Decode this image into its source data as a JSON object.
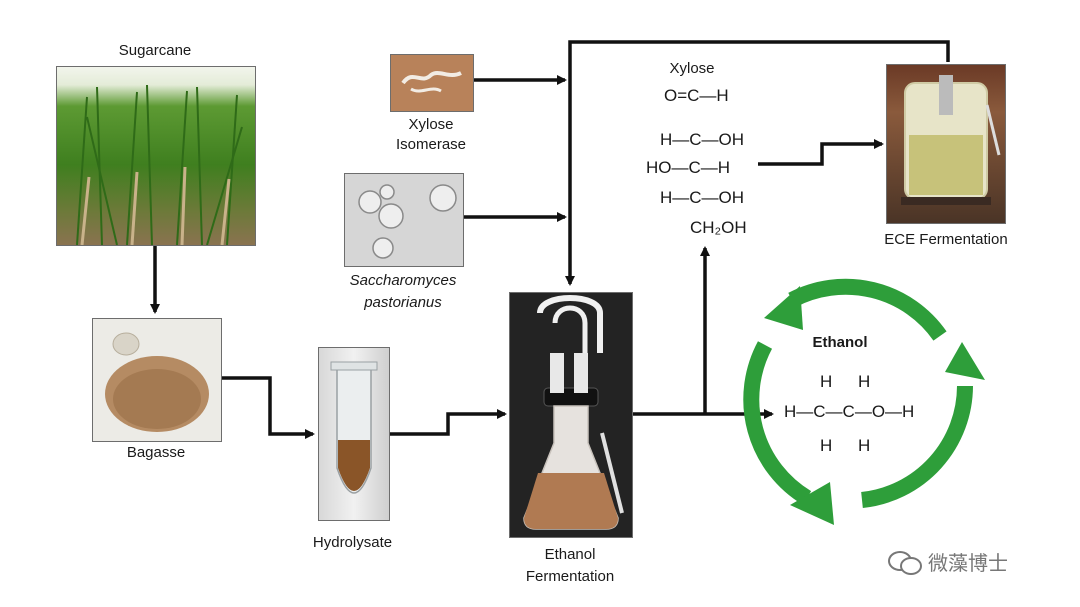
{
  "labels": {
    "sugarcane": "Sugarcane",
    "bagasse": "Bagasse",
    "hydrolysate": "Hydrolysate",
    "xylose_isomerase_1": "Xylose",
    "xylose_isomerase_2": "Isomerase",
    "saccharomyces_1": "Saccharomyces",
    "saccharomyces_2": "pastorianus",
    "ethanol_fermentation_1": "Ethanol",
    "ethanol_fermentation_2": "Fermentation",
    "xylose_title": "Xylose",
    "ece_fermentation": "ECE Fermentation",
    "ethanol_title": "Ethanol"
  },
  "xylose_structure": {
    "row1": "O=C—H",
    "row2": "H—C—OH",
    "row3": "HO—C—H",
    "row4": "H—C—OH",
    "row5": "CH₂OH"
  },
  "ethanol_structure": {
    "top_h1": "H",
    "top_h2": "H",
    "main": "H—C—C—O—H",
    "bot_h1": "H",
    "bot_h2": "H"
  },
  "watermark": "微藻博士",
  "colors": {
    "cycle_arrow": "#2e9e3a",
    "line": "#111111",
    "broth": "#b07a52"
  }
}
